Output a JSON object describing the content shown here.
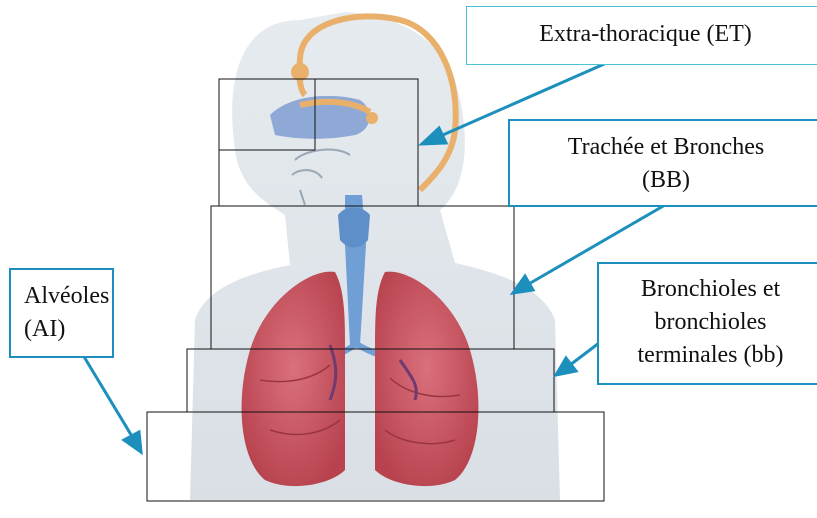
{
  "labels": {
    "extrathoracic": {
      "lines": [
        "Extra-thoracique (ET)"
      ]
    },
    "trachea_bronchi": {
      "lines": [
        "Trachée et Bronches",
        "(BB)"
      ]
    },
    "bronchioles": {
      "lines": [
        "Bronchioles et",
        "bronchioles",
        "terminales (bb)"
      ]
    },
    "alveoli": {
      "lines": [
        "Alvéoles",
        "(AI)"
      ]
    }
  },
  "colors": {
    "callout": "#1c8fbd",
    "callout_light": "#49c3d8",
    "lung": "#c9515f",
    "airway": "#6f9fd4",
    "skin": "#dde3e8",
    "bone": "#e8b06a"
  }
}
